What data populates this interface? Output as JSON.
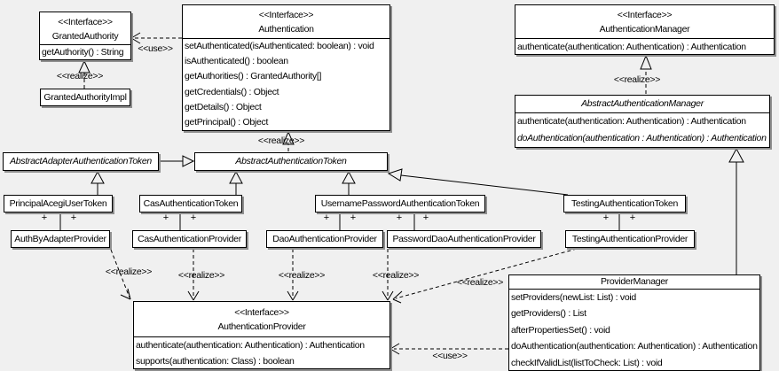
{
  "labels": {
    "use": "<<use>>",
    "realize": "<<realize>>",
    "plus": "+"
  },
  "colors": {
    "background": "#f0f0f0",
    "box_fill": "#ffffff",
    "line": "#000000",
    "shadow": "#8f8f8f"
  },
  "classes": {
    "granted_authority": {
      "stereotype": "<<Interface>>",
      "name": "GrantedAuthority",
      "methods": [
        "getAuthority() : String"
      ]
    },
    "granted_authority_impl": {
      "name": "GrantedAuthorityImpl"
    },
    "authentication": {
      "stereotype": "<<Interface>>",
      "name": "Authentication",
      "methods": [
        "setAuthenticated(isAuthenticated: boolean) : void",
        "isAuthenticated() : boolean",
        "getAuthorities() : GrantedAuthority[]",
        "getCredentials() : Object",
        "getDetails() : Object",
        "getPrincipal() : Object"
      ]
    },
    "authentication_manager": {
      "stereotype": "<<Interface>>",
      "name": "AuthenticationManager",
      "methods": [
        "authenticate(authentication: Authentication) : Authentication"
      ]
    },
    "abstract_authentication_manager": {
      "name": "AbstractAuthenticationManager",
      "methods": [
        "authenticate(authentication: Authentication) : Authentication",
        "doAuthentication(authentication : Authentication) : Authentication"
      ]
    },
    "abstract_adapter_authentication_token": {
      "name": "AbstractAdapterAuthenticationToken"
    },
    "abstract_authentication_token": {
      "name": "AbstractAuthenticationToken"
    },
    "principal_acegi_user_token": {
      "name": "PrincipalAcegiUserToken"
    },
    "cas_authentication_token": {
      "name": "CasAuthenticationToken"
    },
    "username_password_authentication_token": {
      "name": "UsernamePasswordAuthenticationToken"
    },
    "testing_authentication_token": {
      "name": "TestingAuthenticationToken"
    },
    "auth_by_adapter_provider": {
      "name": "AuthByAdapterProvider"
    },
    "cas_authentication_provider": {
      "name": "CasAuthenticationProvider"
    },
    "dao_authentication_provider": {
      "name": "DaoAuthenticationProvider"
    },
    "password_dao_authentication_provider": {
      "name": "PasswordDaoAuthenticationProvider"
    },
    "testing_authentication_provider": {
      "name": "TestingAuthenticationProvider"
    },
    "authentication_provider": {
      "stereotype": "<<Interface>>",
      "name": "AuthenticationProvider",
      "methods": [
        "authenticate(authentication: Authentication) : Authentication",
        "supports(authentication: Class) : boolean"
      ]
    },
    "provider_manager": {
      "name": "ProviderManager",
      "methods": [
        "setProviders(newList: List) : void",
        "getProviders() : List",
        "afterPropertiesSet() : void",
        "doAuthentication(authentication: Authentication) : Authentication",
        "checkIfValidList(listToCheck: List) : void"
      ]
    }
  }
}
